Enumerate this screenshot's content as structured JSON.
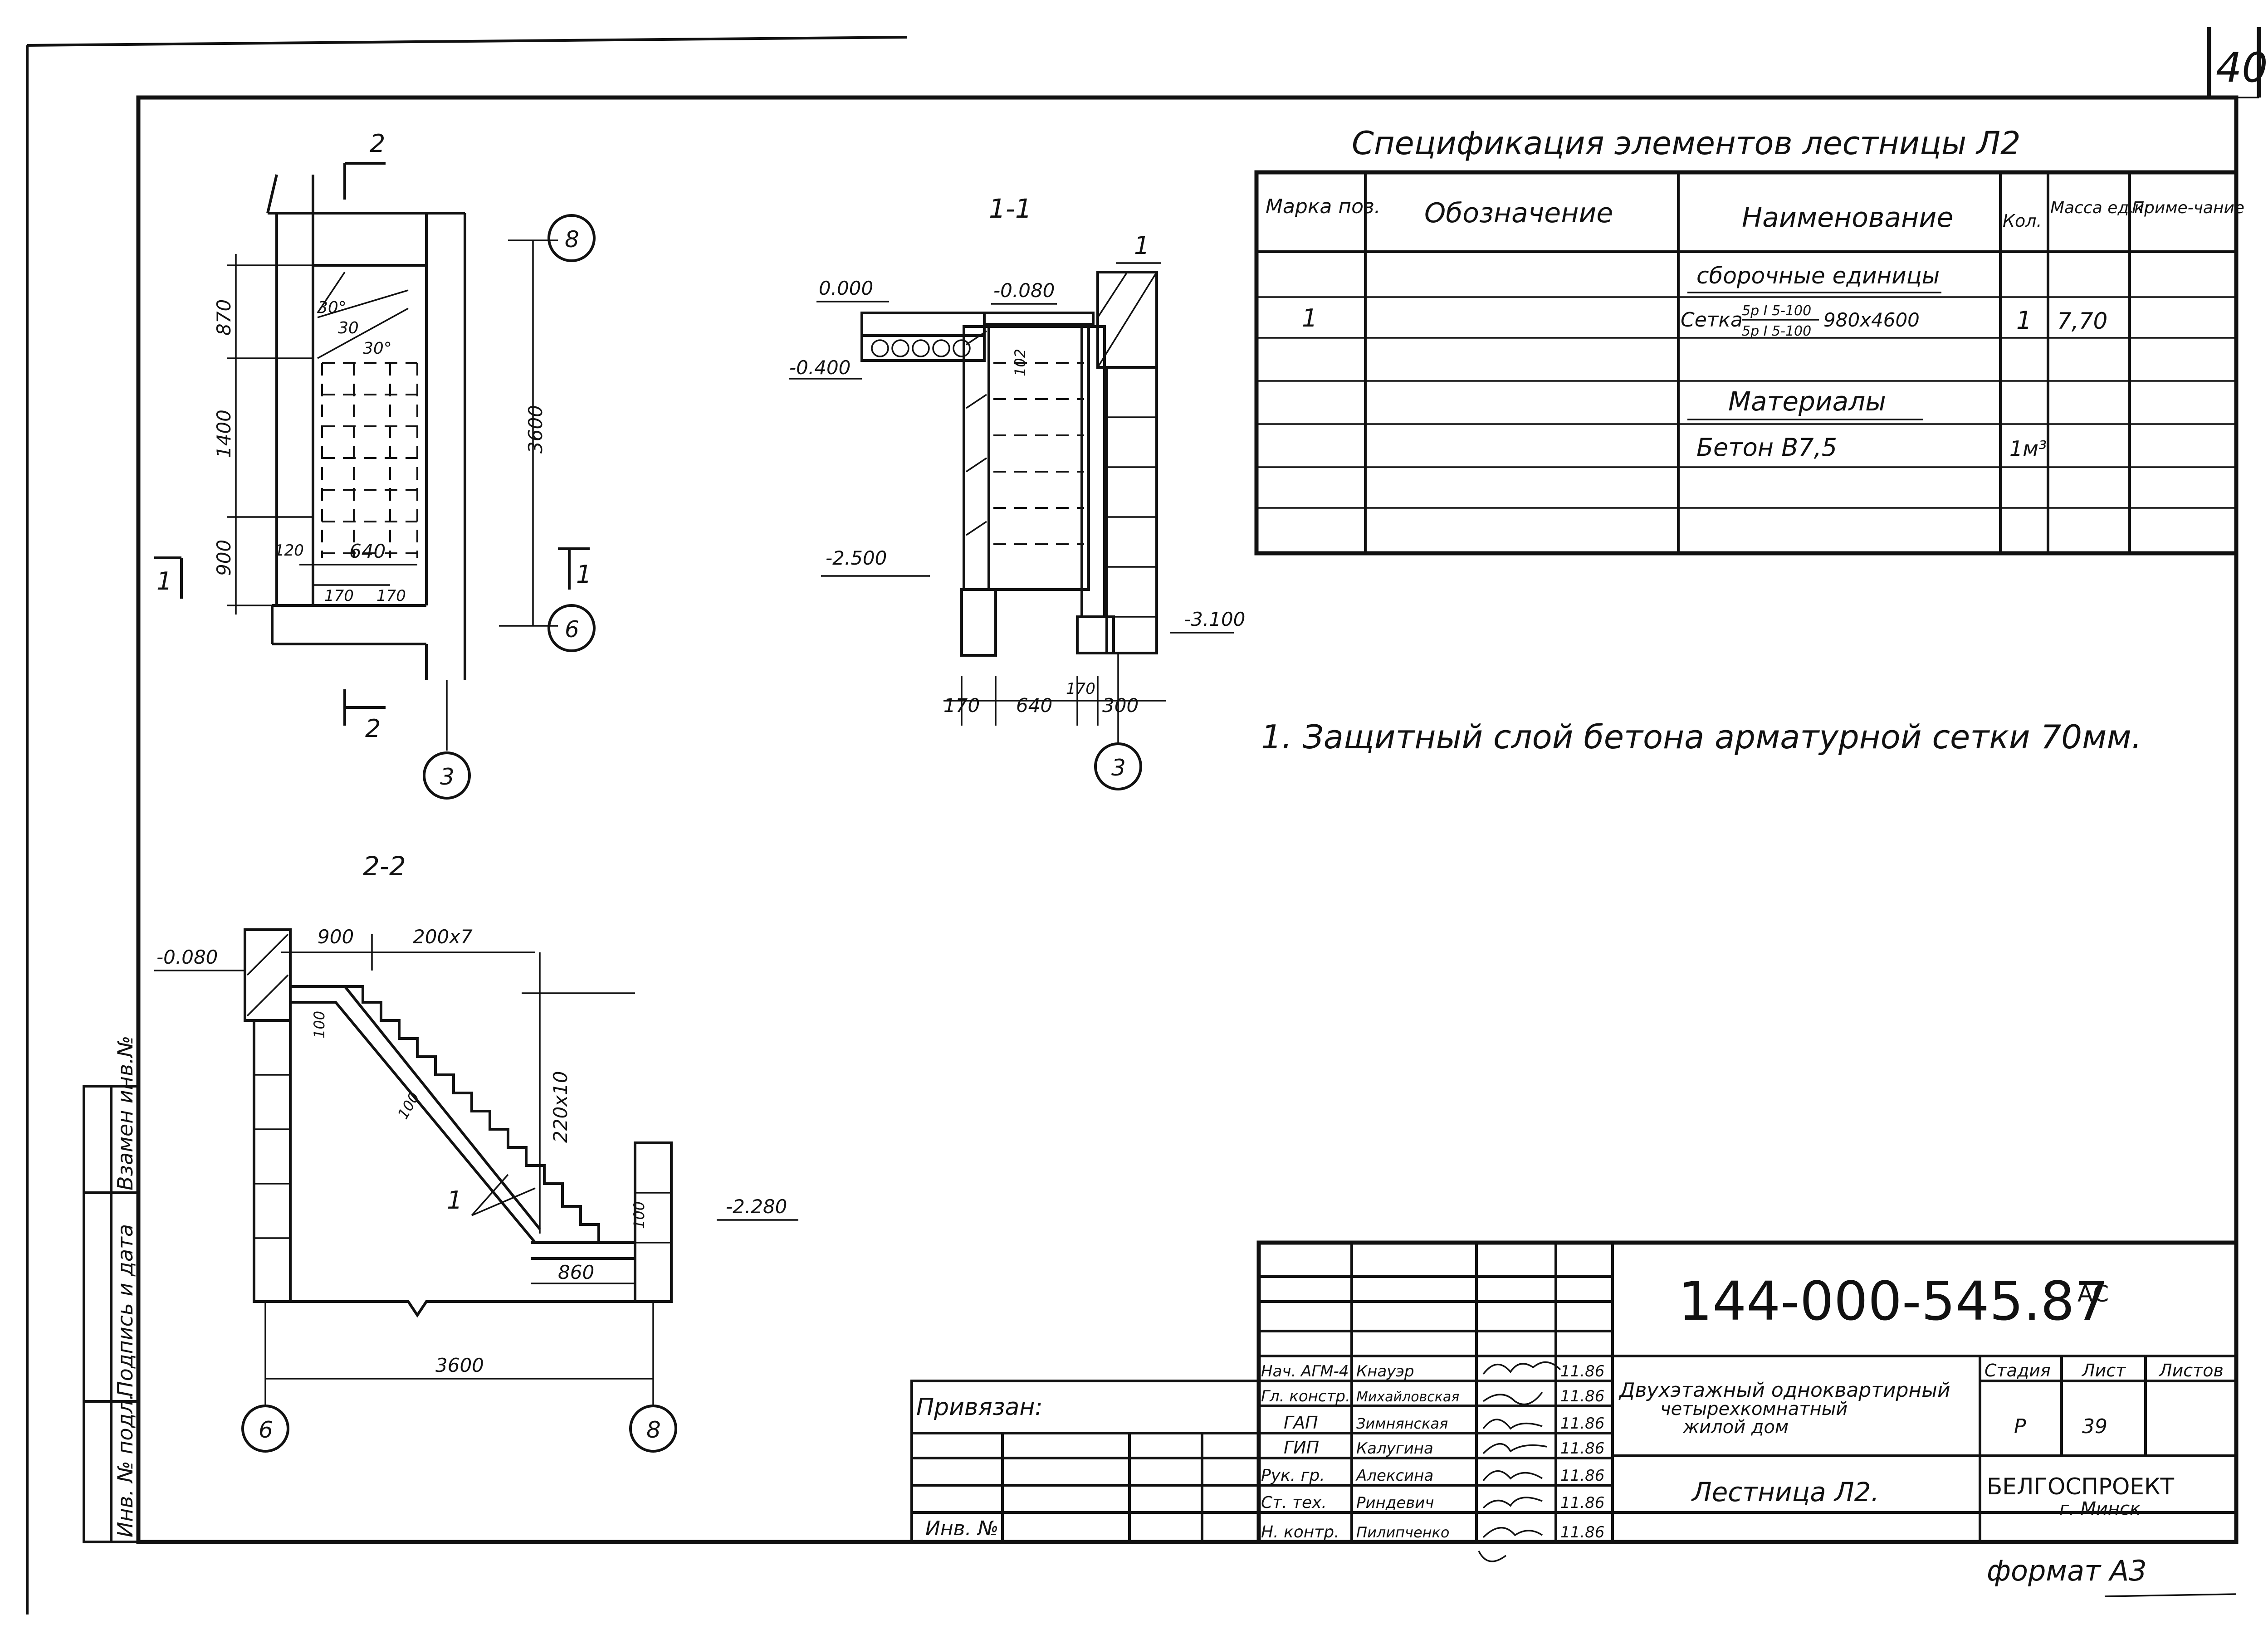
{
  "sheet_number": "40",
  "spec": {
    "title": "Спецификация элементов лестницы Л2",
    "headers": [
      "Марка поз.",
      "Обозначение",
      "Наименование",
      "Кол.",
      "Масса ед.кг",
      "Приме-чание"
    ],
    "section_assembly": "сборочные единицы",
    "row1": {
      "mark": "1",
      "name": "Сетка",
      "frac_top": "5р I 5-100",
      "frac_bottom": "5р I 5-100",
      "size": "980x4600",
      "qty": "1",
      "mass": "7,70"
    },
    "section_materials": "Материалы",
    "row2": {
      "name": "Бетон В7,5",
      "qty": "1м³"
    }
  },
  "note": "1. Защитный слой бетона арматурной сетки 70мм.",
  "plan": {
    "cut_label": "2",
    "cut_label_bottom": "2",
    "section_mark": "1",
    "section_mark_right": "1",
    "dims_left": [
      "870",
      "1400",
      "900"
    ],
    "dims_bottom": [
      "120",
      "640",
      "170",
      "170"
    ],
    "dim_right": "3600",
    "angles": [
      "30°",
      "30",
      "30°"
    ],
    "axes": [
      "8",
      "6",
      "3"
    ]
  },
  "section11": {
    "title": "1-1",
    "levels": [
      "0.000",
      "-0.080",
      "-0.400",
      "-2.500",
      "-3.100"
    ],
    "dims_bottom": [
      "170",
      "640",
      "170",
      "300"
    ],
    "inner": "102",
    "marker": "1",
    "axis": "3"
  },
  "section22": {
    "title": "2-2",
    "levels": [
      "-0.080",
      "-2.280"
    ],
    "dims_top": [
      "900",
      "200x7"
    ],
    "dim_right": "220x10",
    "small": [
      "100",
      "100",
      "100"
    ],
    "bottom": "860",
    "overall": "3600",
    "marker": "1",
    "axes": [
      "6",
      "8"
    ]
  },
  "stamp": {
    "code": "144-000-545.87",
    "code_suffix": "АС",
    "privyazan": "Привязан:",
    "inv": "Инв. №",
    "roles": [
      "Нач. АГМ-4",
      "Гл. констр.",
      "ГАП",
      "ГИП",
      "Рук. гр.",
      "Ст. тех.",
      "Н. контр."
    ],
    "names": [
      "Кнауэр",
      "Михайловская",
      "Зимнянская",
      "Калугина",
      "Алексина",
      "Риндевич",
      "Пилипченко"
    ],
    "dates": [
      "11.86",
      "11.86",
      "11.86",
      "11.86",
      "11.86",
      "11.86",
      "11.86"
    ],
    "project": [
      "Двухэтажный одноквартирный",
      "четырехкомнатный",
      "жилой дом"
    ],
    "stage_hdr": "Стадия",
    "sheet_hdr": "Лист",
    "sheets_hdr": "Листов",
    "stage": "Р",
    "sheet": "39",
    "drawing_name": "Лестница Л2.",
    "org": "БЕЛГОСПРОЕКТ",
    "city": "г. Минск",
    "format": "формат А3"
  },
  "side_stamp": [
    "Взамен инв.№",
    "Подпись и дата",
    "Инв. № подл."
  ]
}
